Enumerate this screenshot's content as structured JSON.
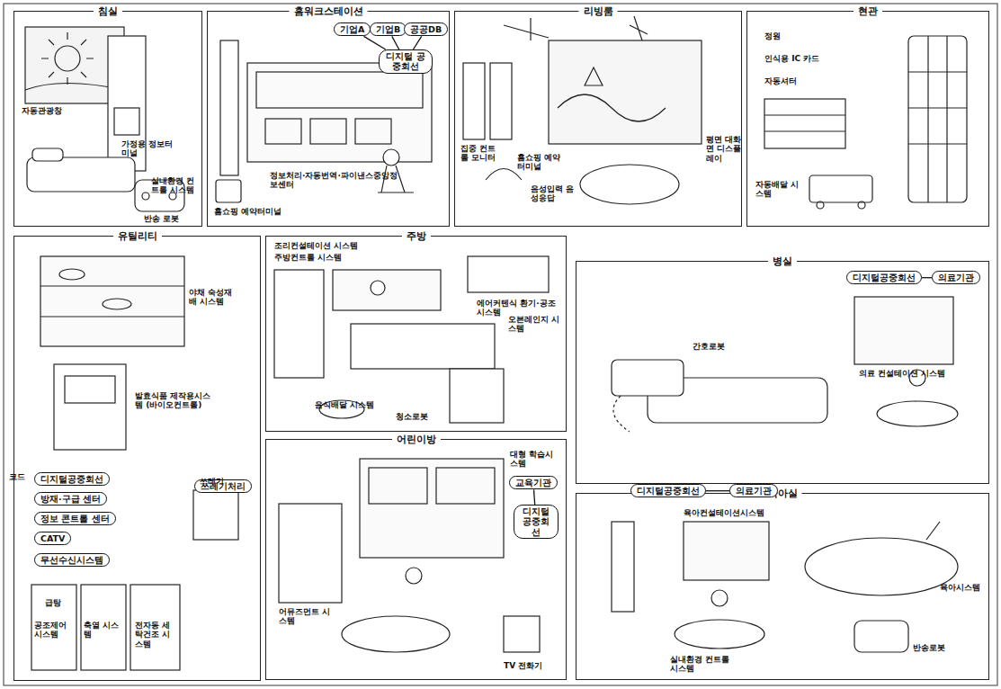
{
  "diagram": {
    "nodes": [
      {
        "text": [
          "침실"
        ]
      },
      {
        "text": [
          "홈워크스테이션"
        ]
      },
      {
        "text": [
          "리빙룸"
        ]
      },
      {
        "text": [
          "현관"
        ]
      },
      {
        "text": [
          "유틸리티"
        ]
      },
      {
        "text": [
          "주방"
        ]
      },
      {
        "text": [
          "어린이방"
        ]
      },
      {
        "text": [
          "병실"
        ]
      },
      {
        "text": [
          "육아실"
        ]
      },
      {
        "text": [
          "기업A"
        ],
        "in": 1
      },
      {
        "text": [
          "기업B"
        ],
        "in": 1
      },
      {
        "text": [
          "공공DB"
        ],
        "in": 1
      },
      {
        "text": [
          "디지털 공중회선"
        ],
        "in": 1
      },
      {
        "text": [
          "쓰레기처리"
        ],
        "in": 4
      },
      {
        "text": [
          "디지털공중회선"
        ],
        "in": 4
      },
      {
        "text": [
          "방재·구급 센터"
        ],
        "in": 4
      },
      {
        "text": [
          "정보 콘트롤 센터"
        ],
        "in": 4
      },
      {
        "text": [
          "CATV"
        ],
        "in": 4
      },
      {
        "text": [
          "무선수신시스템"
        ],
        "in": 4
      },
      {
        "text": [
          "교육기관"
        ],
        "in": 6
      },
      {
        "text": [
          "디지털 공중회선"
        ],
        "in": 6
      },
      {
        "text": [
          "디지털공중회선"
        ],
        "in": 7
      },
      {
        "text": [
          "의료기관"
        ],
        "in": 7
      },
      {
        "text": [
          "디지털공중회선"
        ],
        "in": 8
      },
      {
        "text": [
          "의료기관"
        ],
        "in": 8
      }
    ],
    "edges": [
      {
        "from": 9,
        "to": 12,
        "arrow": "none"
      },
      {
        "from": 10,
        "to": 12,
        "arrow": "none"
      },
      {
        "from": 11,
        "to": 12,
        "arrow": "none"
      },
      {
        "from": 19,
        "to": 20,
        "arrow": "none"
      },
      {
        "from": 21,
        "to": 22,
        "arrow": "none"
      },
      {
        "from": 23,
        "to": 24,
        "arrow": "none"
      }
    ],
    "labels": [
      "자동관광창",
      "실내환경 컨트롤 시스템",
      "가정용 정보터미널",
      "반송 로봇",
      "정보처리·자동번역·파이낸스중앙정보센터",
      "홈쇼핑 예약터미널",
      "집중 컨트롤 모니터",
      "홈쇼핑 예약터미널",
      "평면 대화면 디스플레이",
      "음성입력 음성응답",
      "정원",
      "인식용 IC 카드",
      "자동셔터",
      "자동배달 시스템",
      "야채 숙성재배 시스템",
      "발효식품 제작용시스템 (바이오컨트롤)",
      "쓰레기",
      "코드",
      "급탕",
      "공조제어 시스템",
      "축열 시스템",
      "전자동 세탁건조 시스템",
      "조리컨설테이션 시스템",
      "주방컨트롤 시스템",
      "에어커텐식 환기·공조시스템",
      "오븐레인지 시스템",
      "음식배달 시스템",
      "청소로봇",
      "대형 학습시스템",
      "어뮤즈먼트 시스템",
      "TV 전화기",
      "간호로봇",
      "의료 컨설테이션 시스템",
      "육아컨설테이션시스템",
      "실내환경 컨트롤시스템",
      "육아시스템",
      "반송로봇"
    ]
  }
}
